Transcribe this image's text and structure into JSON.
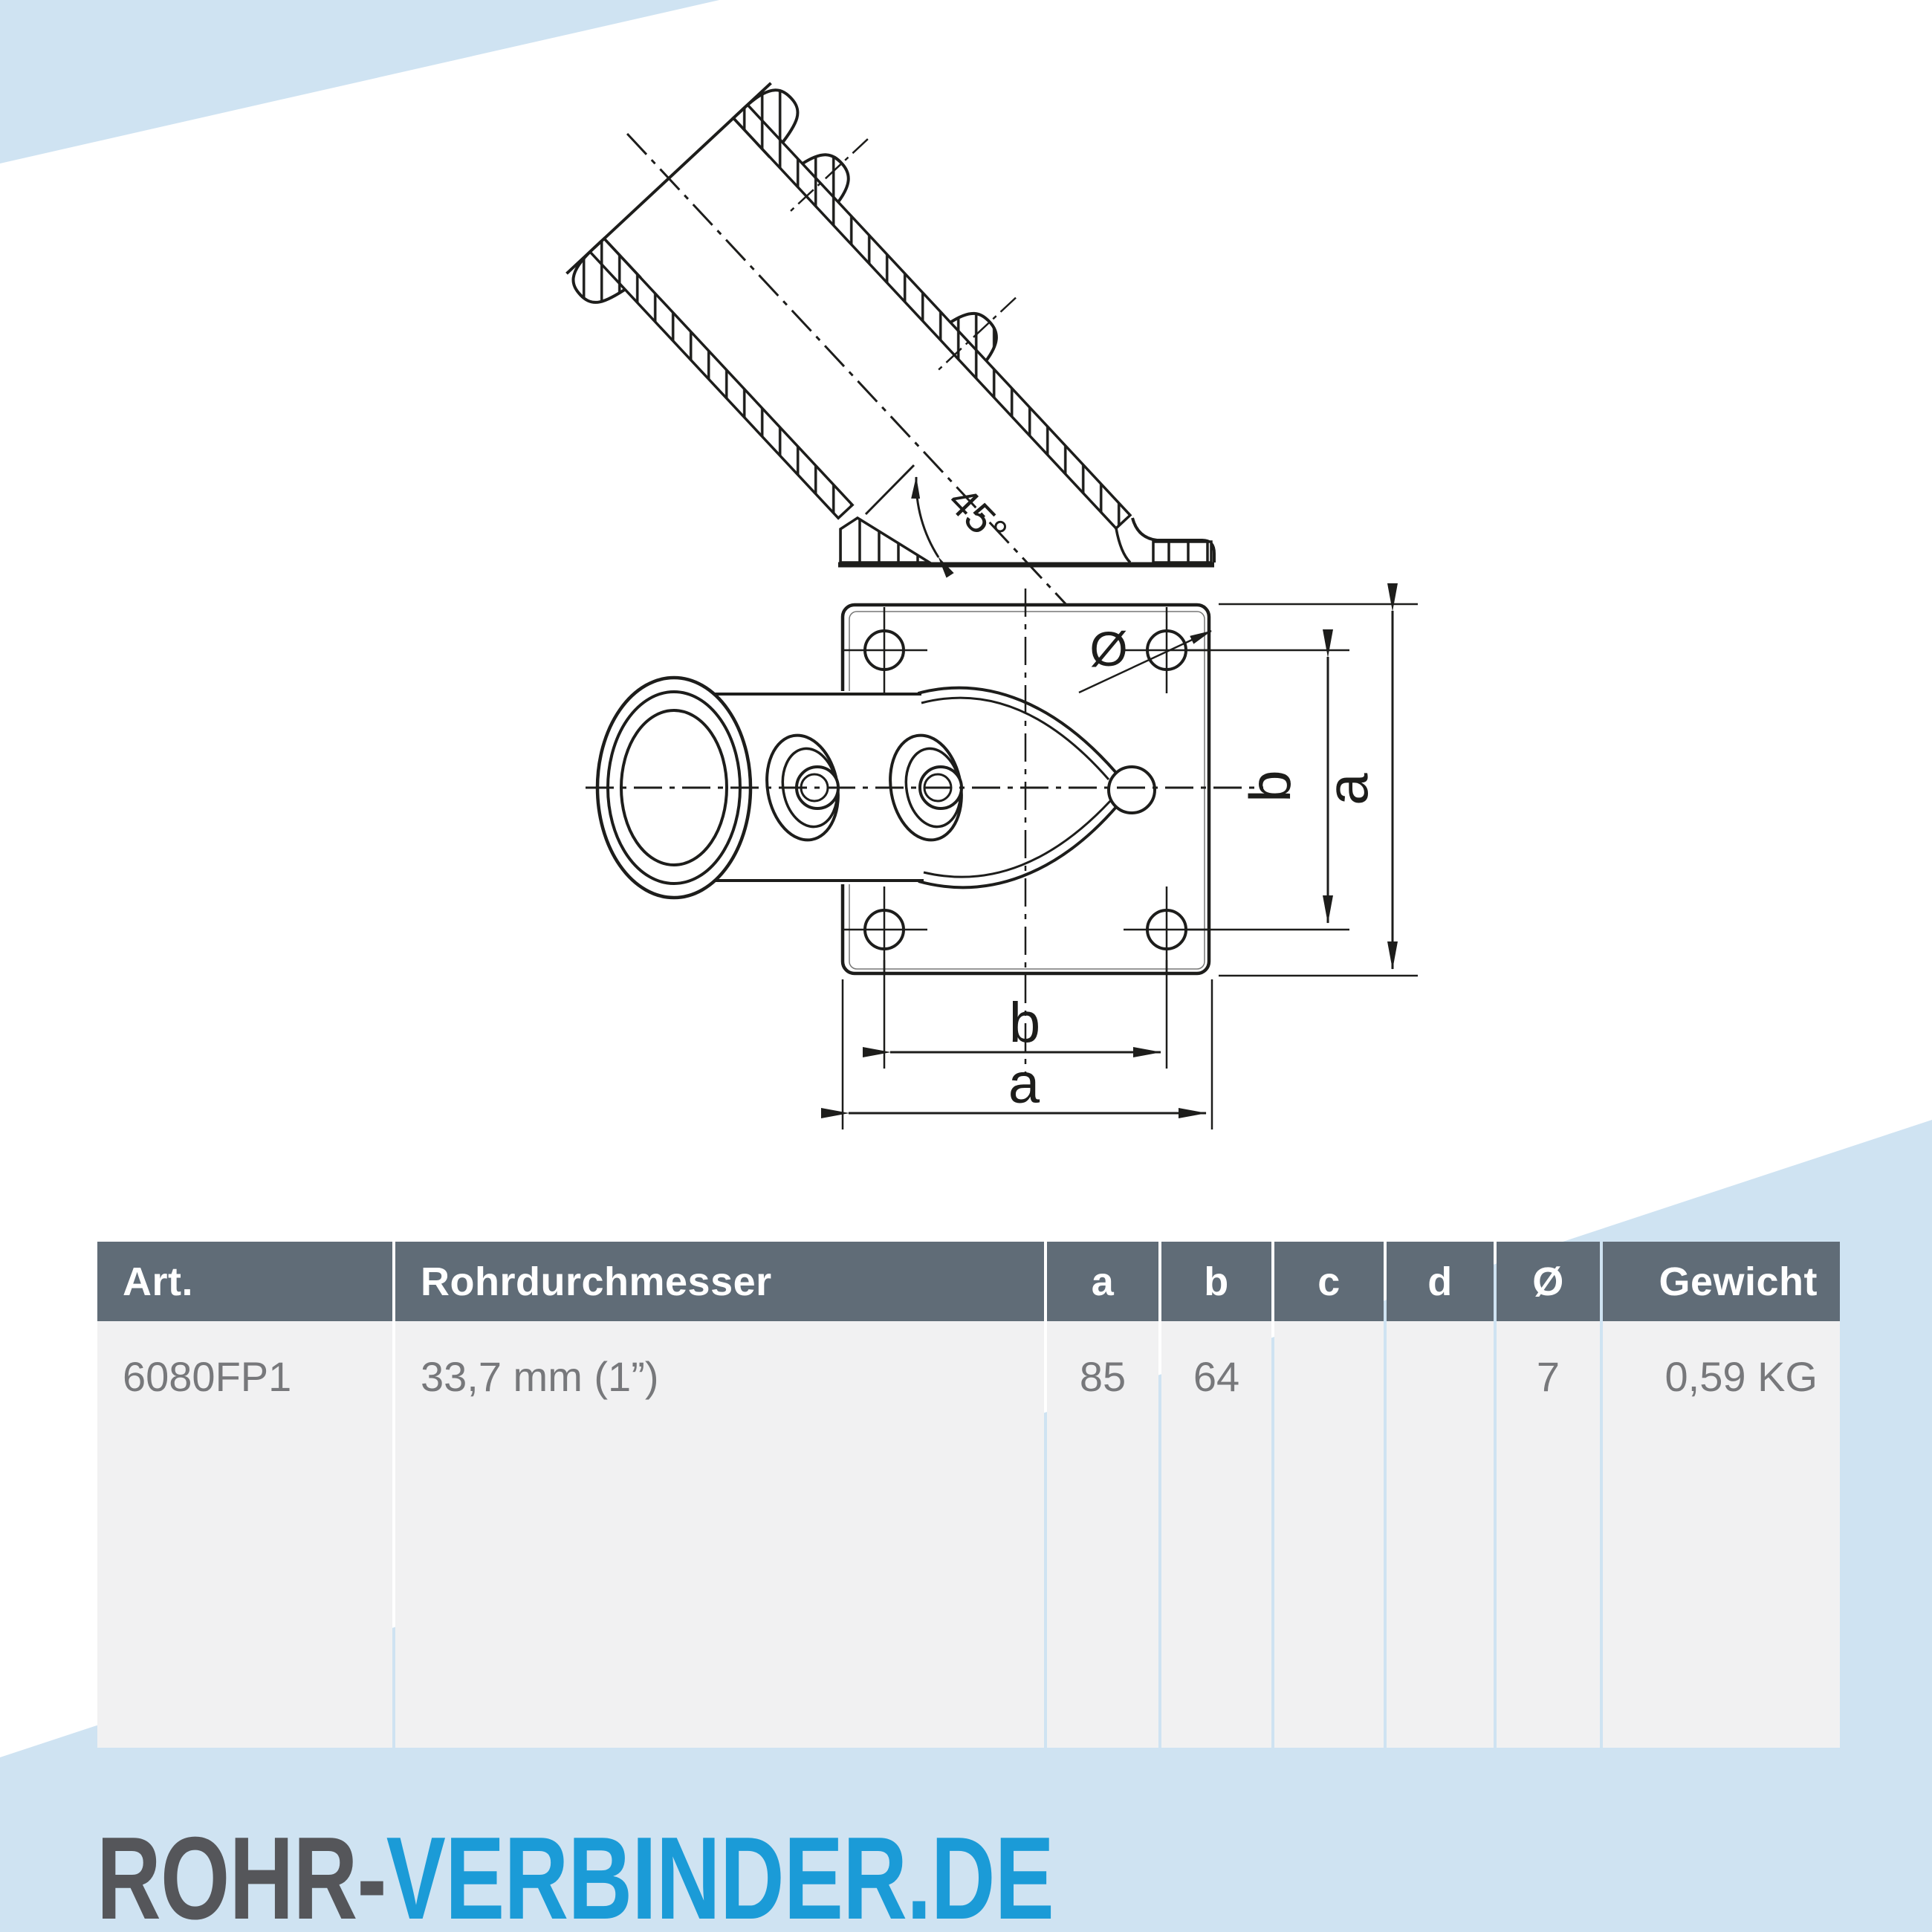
{
  "background": {
    "band_color": "#cfe3f2",
    "page_color": "#ffffff"
  },
  "drawing": {
    "angle_label": "45°",
    "diameter_symbol": "Ø",
    "dim_right_inner": "b",
    "dim_right_outer": "a",
    "dim_bottom_inner": "b",
    "dim_bottom_outer": "a",
    "line_color": "#1d1d1b"
  },
  "table": {
    "header_bg": "#606c77",
    "row_bg": "#f1f1f2",
    "headers": [
      "Art.",
      "Rohrdurchmesser",
      "a",
      "b",
      "c",
      "d",
      "Ø",
      "Gewicht"
    ],
    "rows": [
      {
        "cells": [
          "6080FP1",
          "33,7 mm (1”)",
          "85",
          "64",
          "",
          "",
          "7",
          "0,59 KG"
        ]
      }
    ]
  },
  "logo": {
    "part1": "ROHR-",
    "part2": "VERBINDER.DE",
    "part1_color": "#55565a",
    "part2_color": "#1b9bd7"
  }
}
